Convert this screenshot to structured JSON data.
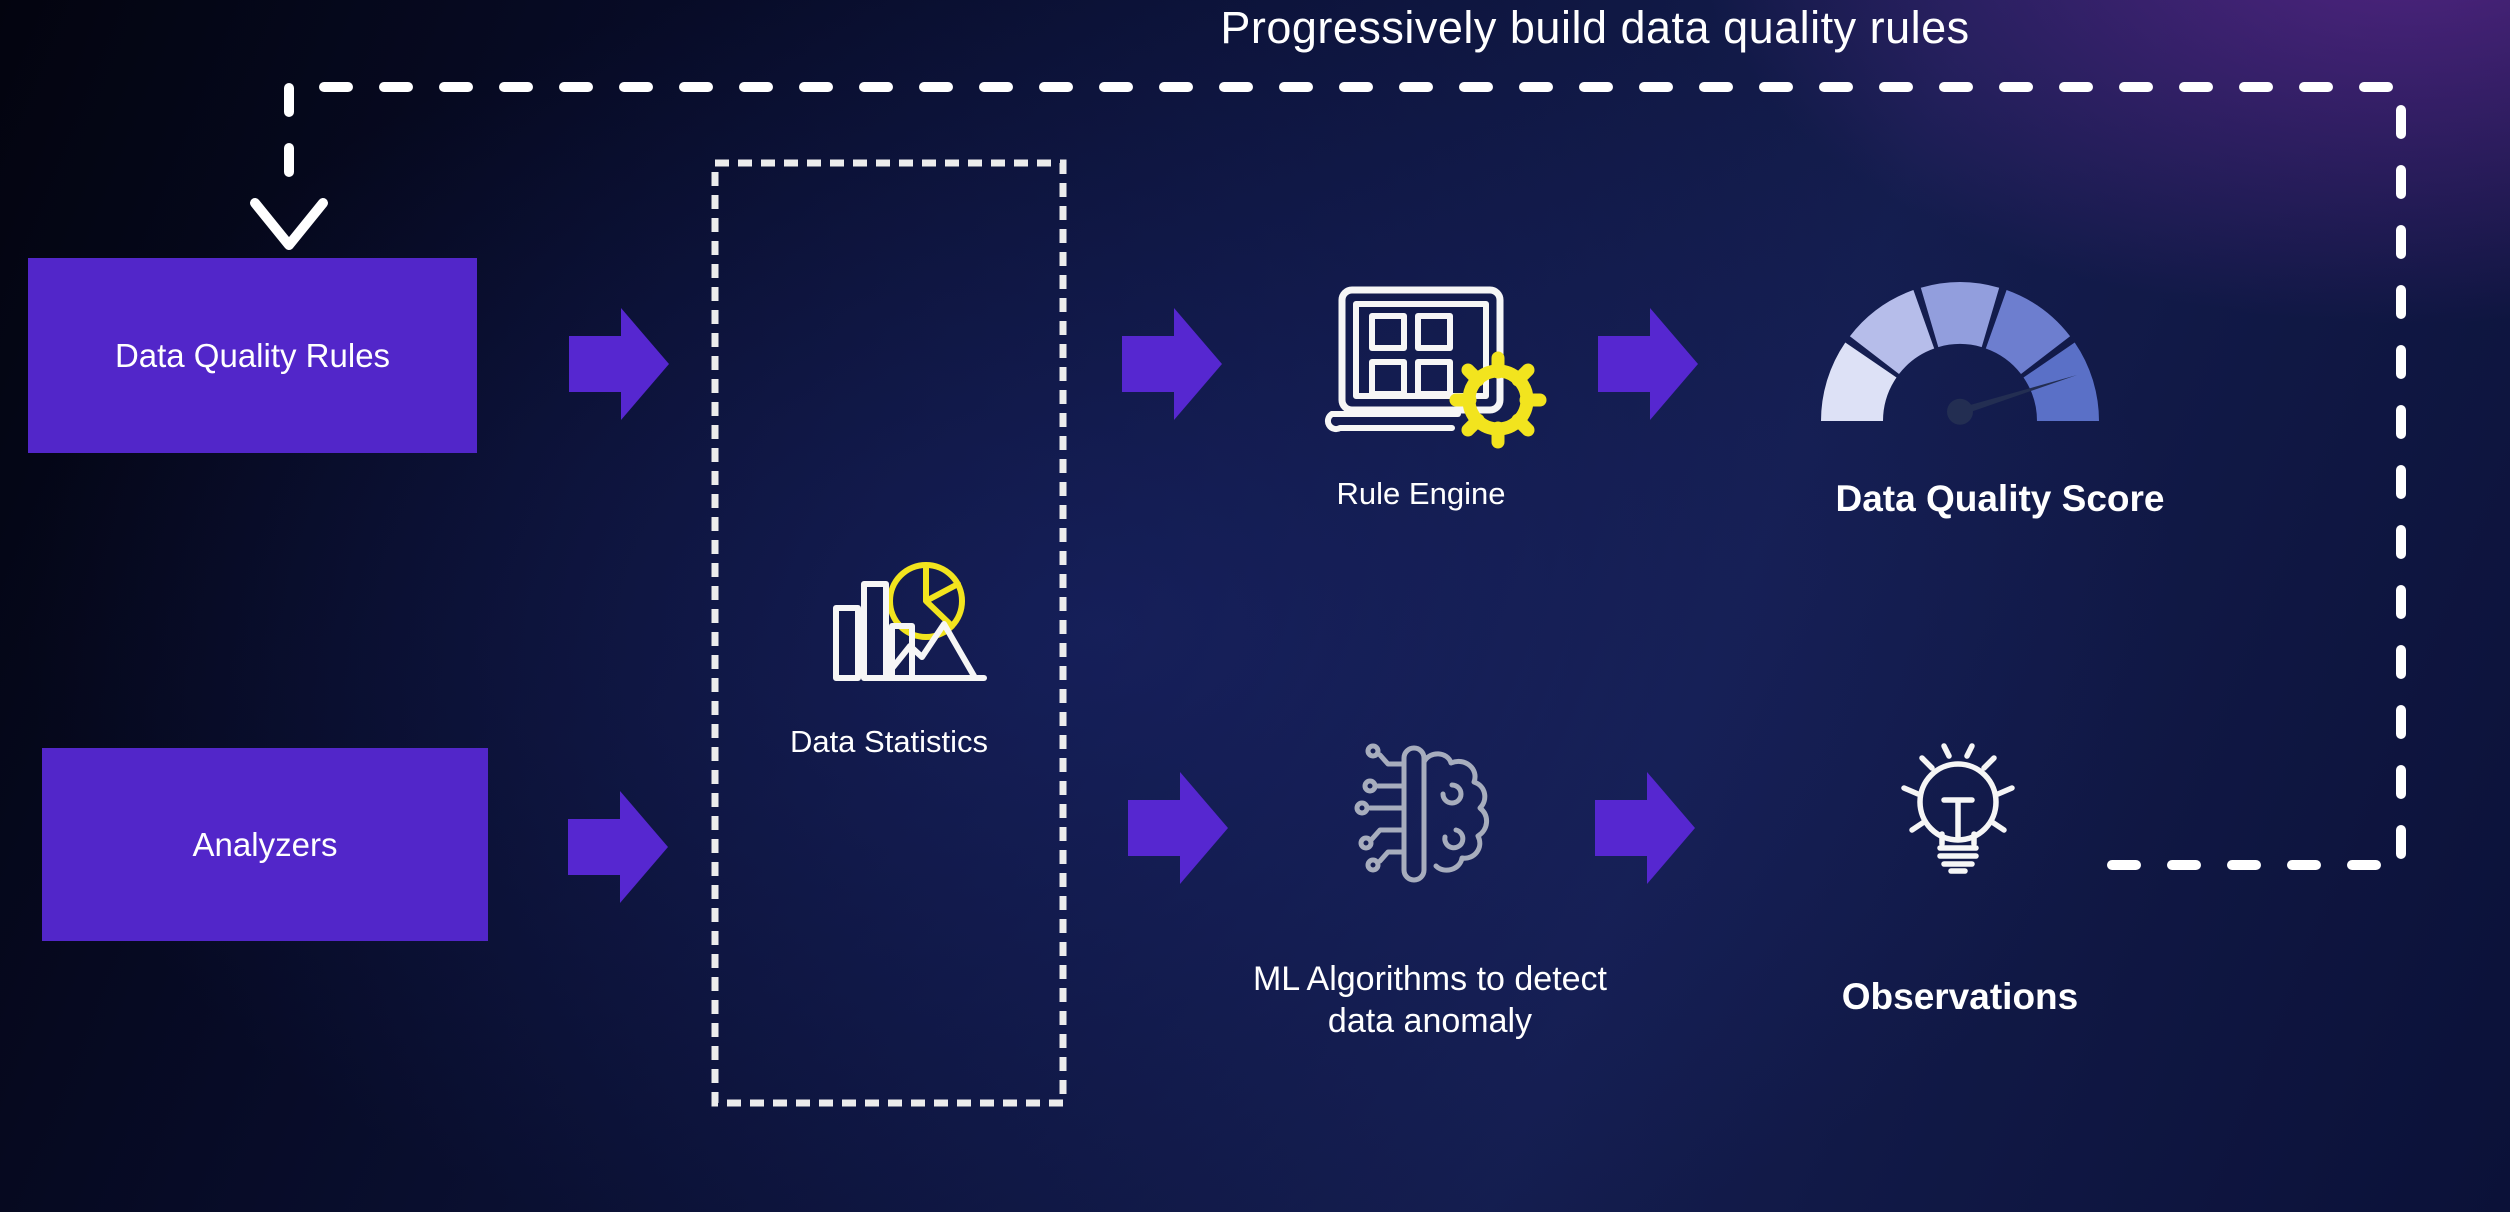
{
  "title": "Progressively build data quality rules",
  "nodes": {
    "data_quality_rules": {
      "label": "Data Quality Rules"
    },
    "analyzers": {
      "label": "Analyzers"
    },
    "data_statistics": {
      "label": "Data Statistics"
    },
    "rule_engine": {
      "label": "Rule Engine"
    },
    "ml_anomaly": {
      "label_line1": "ML Algorithms to detect",
      "label_line2": "data anomaly"
    },
    "data_quality_score": {
      "label": "Data Quality Score"
    },
    "observations": {
      "label": "Observations"
    }
  },
  "icons": {
    "data_statistics": "statistics-charts-icon",
    "rule_engine": "laptop-gear-icon",
    "ml_anomaly": "ml-brain-circuit-icon",
    "data_quality_score": "gauge-icon",
    "observations": "lightbulb-icon"
  },
  "colors": {
    "accent_purple": "#5226c9",
    "arrow_purple": "#5627d0",
    "text_white": "#ffffff",
    "dash_white": "#ffffff",
    "dash_box": "#ececec",
    "icon_yellow": "#f2e41e",
    "icon_gray": "#a7adbd",
    "icon_white": "#f6f6f6",
    "gauge_segments": [
      "#dde1f6",
      "#b6bdea",
      "#929edd",
      "#6d7ecf",
      "#5a70c7"
    ],
    "gauge_needle": "#232e52"
  }
}
